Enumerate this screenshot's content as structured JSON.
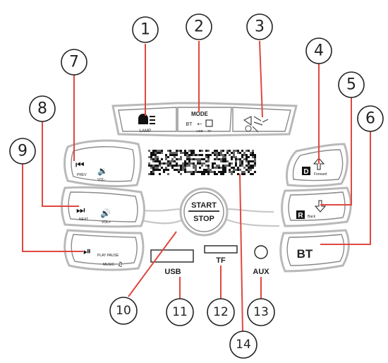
{
  "callouts": [
    "1",
    "2",
    "3",
    "4",
    "5",
    "6",
    "7",
    "8",
    "9",
    "10",
    "11",
    "12",
    "13",
    "14"
  ],
  "top_panel": {
    "lamp_label": "LAMP",
    "mode_label": "MODE",
    "bt_label": "BT",
    "usb_label": "USB",
    "tf_label": "TF"
  },
  "left_buttons": {
    "prev_label": "PREV",
    "vol_minus_label": "VOL-",
    "next_label": "NEXT",
    "vol_plus_label": "VOL+",
    "play_pause_label": "PLAY PAUSE",
    "music_label": "MUSIC"
  },
  "right_buttons": {
    "forward_letter": "D",
    "forward_label": "Forward",
    "back_letter": "R",
    "back_label": "Back",
    "bt_label": "BT"
  },
  "center": {
    "start_label": "START",
    "stop_label": "STOP"
  },
  "ports": {
    "usb_label": "USB",
    "tf_label": "TF",
    "aux_label": "AUX"
  },
  "colors": {
    "leader": "#e0473f",
    "outline": "#b9b9b9"
  }
}
